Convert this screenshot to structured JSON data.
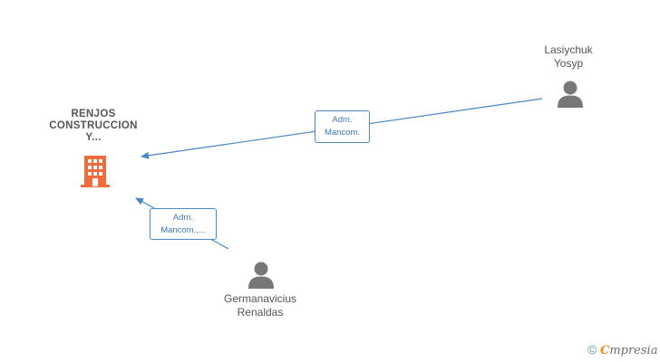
{
  "company": {
    "name_line1": "RENJOS",
    "name_line2": "CONSTRUCCION",
    "name_line3": "Y...",
    "icon": "building-icon",
    "icon_color": "#f26b3a"
  },
  "persons": [
    {
      "name_line1": "Lasiychuk",
      "name_line2": "Yosyp",
      "icon": "person-icon"
    },
    {
      "name_line1": "Germanavicius",
      "name_line2": "Renaldas",
      "icon": "person-icon"
    }
  ],
  "edges": [
    {
      "label_line1": "Adm.",
      "label_line2": "Mancom."
    },
    {
      "label_line1": "Adm.",
      "label_line2": "Mancom.,..."
    }
  ],
  "colors": {
    "edge": "#4a86c8",
    "person_icon": "#777777",
    "text": "#555555"
  },
  "watermark": {
    "copyright": "©",
    "brand_first": "C",
    "brand_rest": "mpresia"
  }
}
